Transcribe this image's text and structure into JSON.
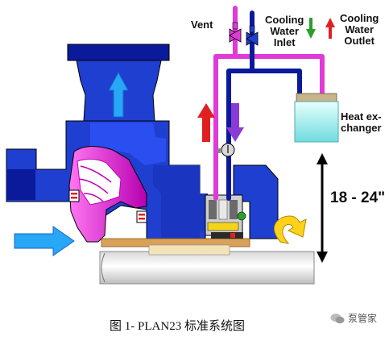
{
  "labels": {
    "vent": "Vent",
    "cooling_water_inlet": [
      "Cooling",
      "Water",
      "Inlet"
    ],
    "cooling_water_outlet": [
      "Cooling",
      "Water",
      "Outlet"
    ],
    "heat_exchanger": [
      "Heat ex-",
      "changer"
    ],
    "height": "18 - 24\""
  },
  "caption": "图 1- PLAN23 标准系统图",
  "watermark": "泵管家",
  "colors": {
    "pump_blue": "#1f3fd0",
    "dark_blue": "#0a1a9a",
    "magenta": "#e03ad8",
    "cool_cyan": "#9feef0",
    "red_arrow": "#e02020",
    "green_arrow": "#2aa02a",
    "purple_arrow": "#8a3bd6",
    "gold_arrow": "#ffd21a",
    "shaft": "#f1f1f1"
  }
}
